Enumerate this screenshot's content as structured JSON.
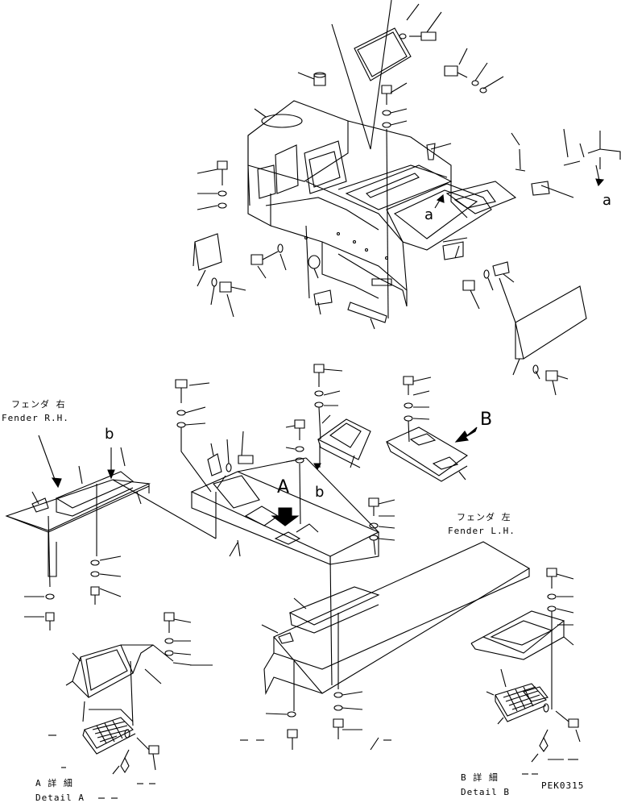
{
  "labels": {
    "fender_rh_jp": "フェンダ 右",
    "fender_rh_en": "Fender R.H.",
    "fender_lh_jp": "フェンダ 左",
    "fender_lh_en": "Fender L.H.",
    "detail_a_jp": "A 詳 細",
    "detail_a_en": "Detail A",
    "detail_b_jp": "B 詳 細",
    "detail_b_en": "Detail B",
    "part_code": "PEK0315",
    "view_a": "A",
    "view_b": "B",
    "ref_a_top": "a",
    "ref_a_mid": "a",
    "ref_b_left": "b",
    "ref_b_mid": "b"
  }
}
